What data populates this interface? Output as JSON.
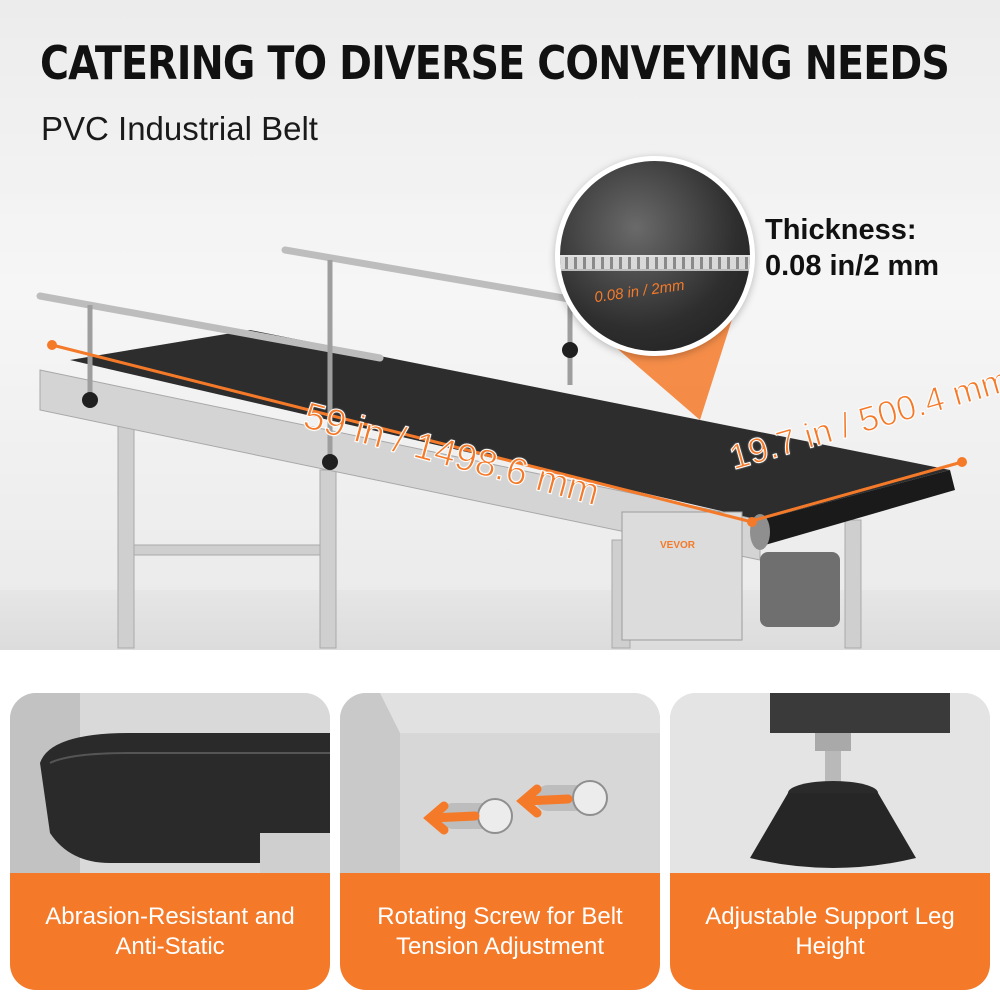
{
  "headline": "CATERING TO DIVERSE CONVEYING NEEDS",
  "subheadline": "PVC Industrial Belt",
  "thickness": {
    "label": "Thickness:",
    "value": "0.08 in/2 mm",
    "zoom_label": "0.08 in / 2mm"
  },
  "dimensions": {
    "length": "59 in / 1498.6 mm",
    "width": "19.7 in / 500.4 mm"
  },
  "brand": "VEVOR",
  "features": [
    {
      "caption": "Abrasion-Resistant and Anti-Static"
    },
    {
      "caption": "Rotating Screw for Belt Tension Adjustment"
    },
    {
      "caption": "Adjustable Support Leg Height"
    }
  ],
  "colors": {
    "accent": "#f47a2a",
    "belt": "#2d2d2d",
    "frame": "#c9c9c9",
    "headline": "#111111"
  }
}
